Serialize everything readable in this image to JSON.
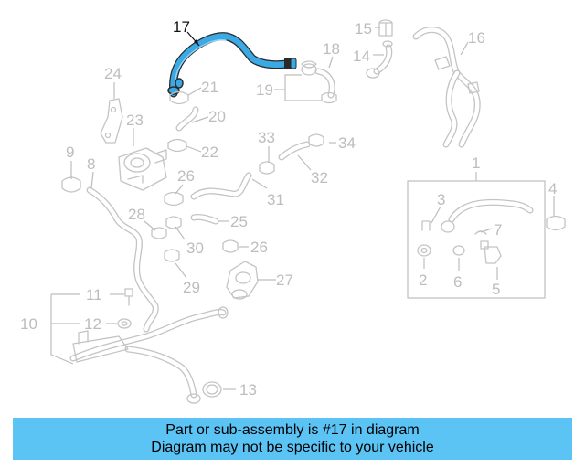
{
  "diagram": {
    "highlight_color": "#3aa9e4",
    "highlighted_part": "17",
    "callouts": [
      "1",
      "2",
      "3",
      "4",
      "5",
      "6",
      "7",
      "8",
      "9",
      "10",
      "11",
      "12",
      "13",
      "14",
      "15",
      "16",
      "17",
      "18",
      "19",
      "20",
      "21",
      "22",
      "23",
      "24",
      "25",
      "26",
      "27",
      "28",
      "29",
      "30",
      "31",
      "32",
      "33",
      "34"
    ]
  },
  "banner": {
    "line1": "Part or sub-assembly is #17 in diagram",
    "line2": "Diagram may not be specific to your vehicle",
    "background": "#5bc4f5"
  }
}
